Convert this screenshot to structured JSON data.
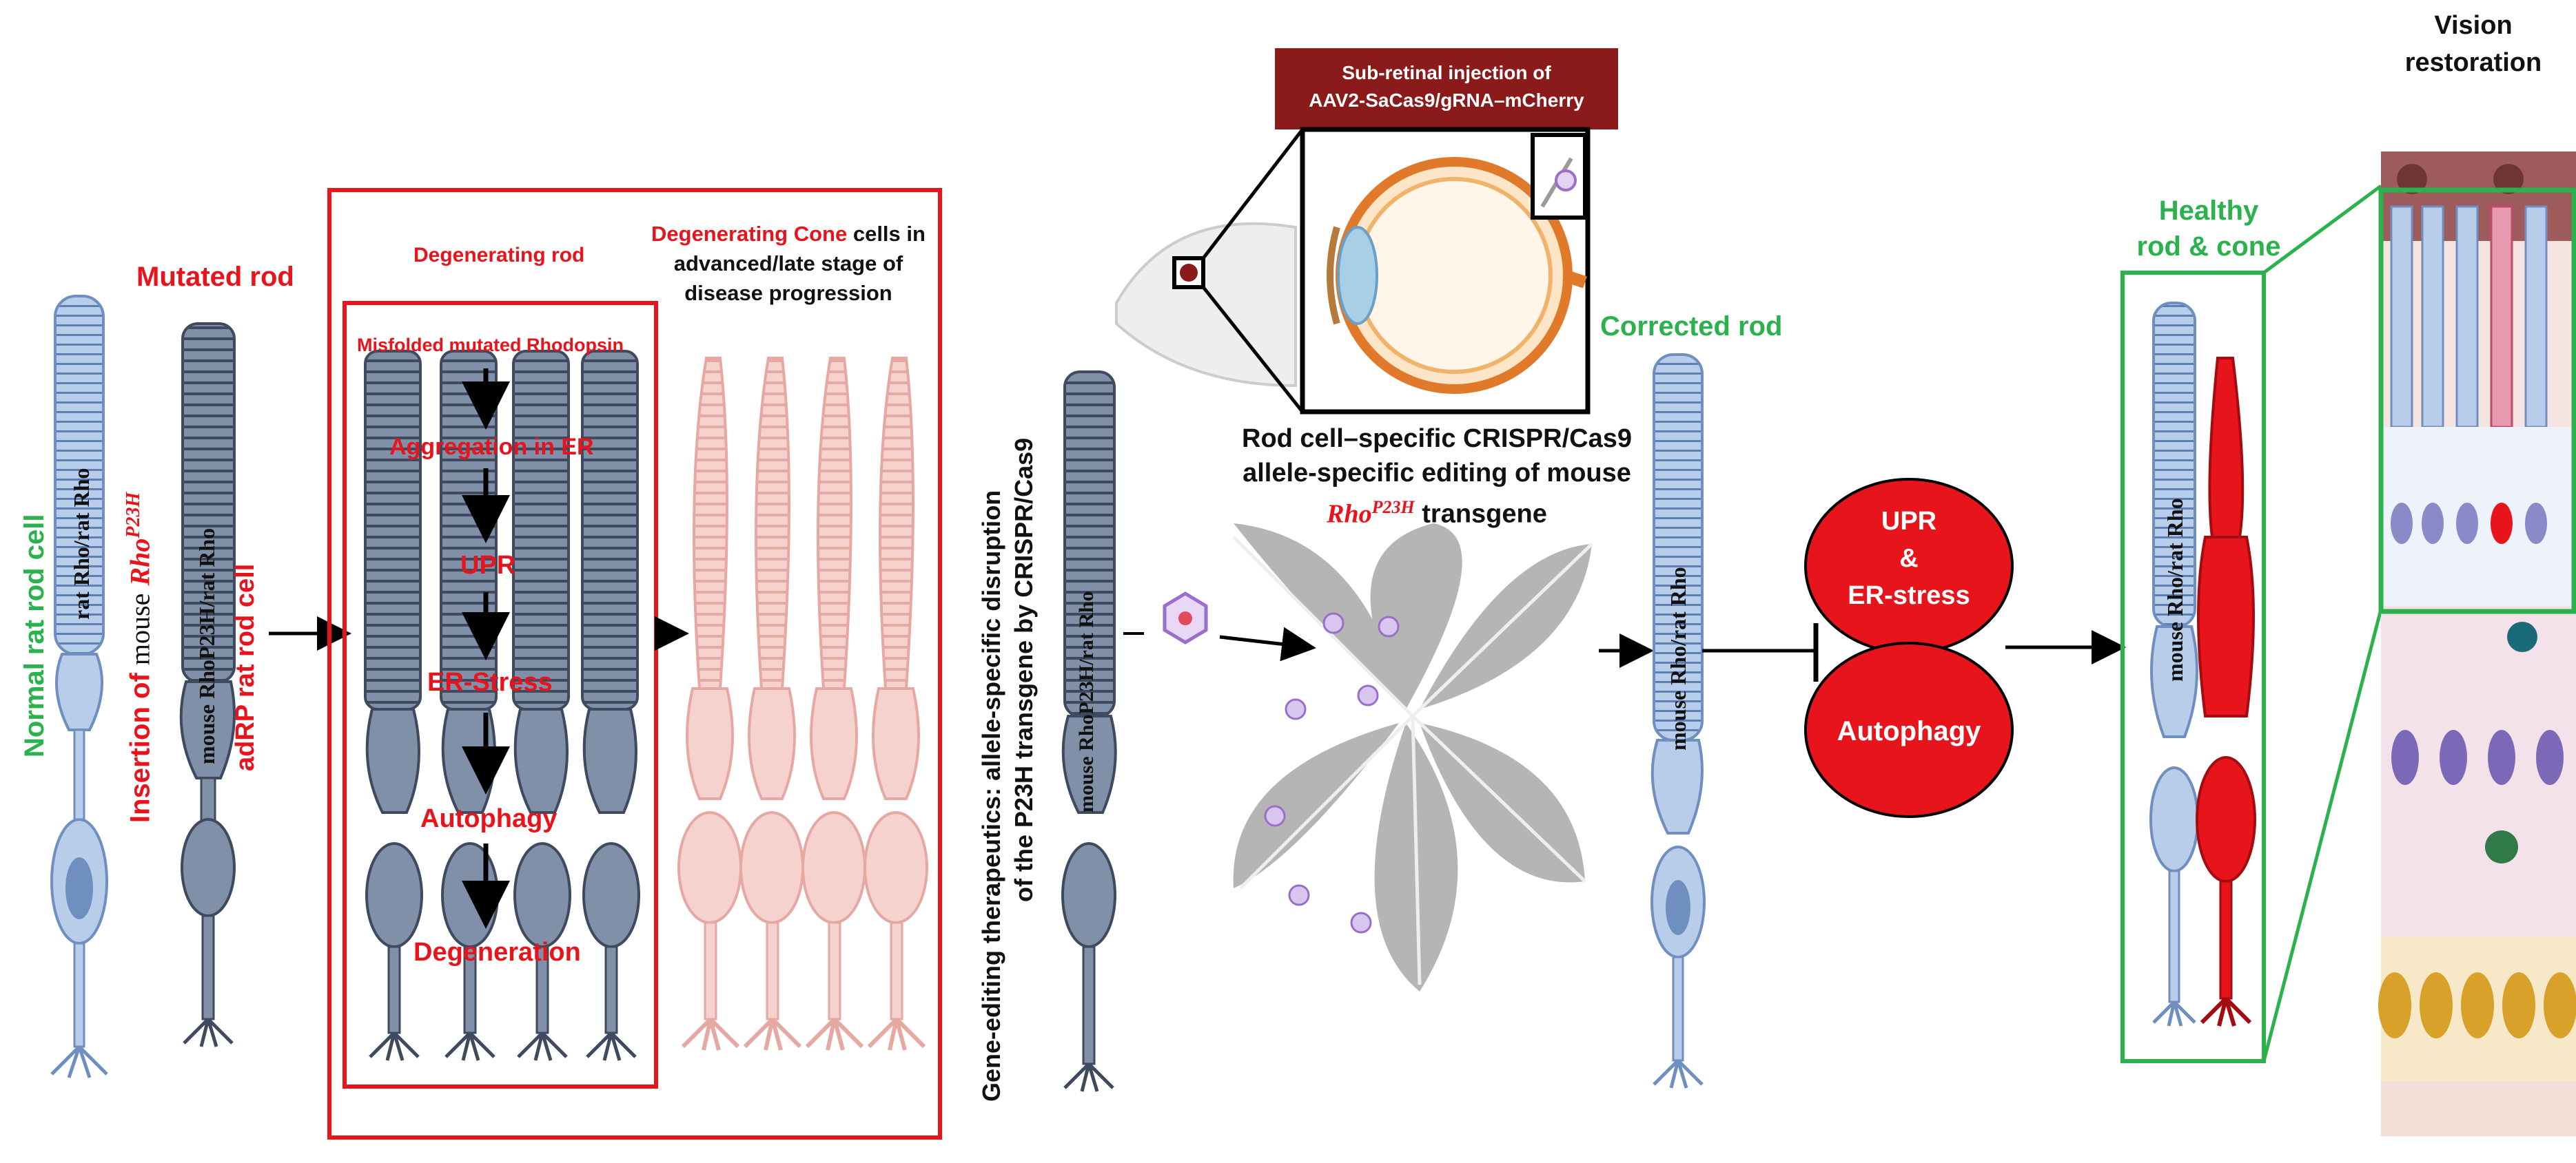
{
  "labels": {
    "normal_cell": "Normal rat rod cell",
    "insertion_prefix": "Insertion of",
    "insertion_mouse": "mouse",
    "insertion_gene": "Rho",
    "insertion_sup": "P23H",
    "adrp_cell": "adRP rat rod cell",
    "mutated_rod": "Mutated rod",
    "degenerating_rod": "Degenerating rod",
    "misfolded": "Misfolded mutated Rhodopsin",
    "cascade": [
      "Aggregation in ER",
      "UPR",
      "ER-Stress",
      "Autophagy",
      "Degeneration"
    ],
    "degen_cone_red": "Degenerating Cone",
    "degen_cone_line1": " cells in",
    "degen_cone_line2": "advanced/late stage of",
    "degen_cone_line3": "disease progression",
    "gene_editing_line1": "Gene-editing therapeutics: allele-specific disruption",
    "gene_editing_line2": "of the P23H transgene by CRISPR/Cas9",
    "injection_line1": "Sub-retinal injection of",
    "injection_line2": "AAV2-SaCas9/gRNA–mCherry",
    "crispr_line1": "Rod cell–specific CRISPR/Cas9",
    "crispr_line2": "allele-specific editing of mouse",
    "crispr_gene": "Rho",
    "crispr_sup": "P23H",
    "crispr_suffix": " transgene",
    "corrected_rod": "Corrected rod",
    "upr_line1": "UPR",
    "upr_line2": "&",
    "upr_line3": "ER-stress",
    "autophagy": "Autophagy",
    "healthy_line1": "Healthy",
    "healthy_line2": "rod & cone",
    "vision_line1": "Vision",
    "vision_line2": "restoration"
  },
  "cell_labels": {
    "rat_rho_rat_rho": "rat Rho/rat Rho",
    "mouse_p23h_rat": "mouse RhoP23H/rat Rho",
    "mouse_rho_rat_rho": "mouse Rho/rat Rho"
  },
  "colors": {
    "red": "#e8141c",
    "green": "#2bb24c",
    "dark_red_banner": "#8b1a1a",
    "rod_blue": "#b8cdea",
    "rod_gray": "#8090a8",
    "cone_pink": "#f3c4c0",
    "retina_gray": "#b5b5b5"
  }
}
